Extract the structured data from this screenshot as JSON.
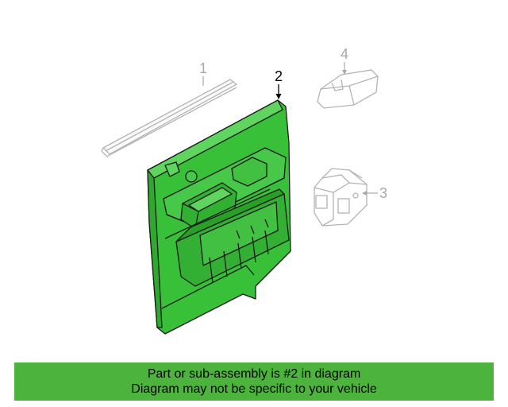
{
  "diagram": {
    "callouts": [
      {
        "id": "1",
        "label": "1"
      },
      {
        "id": "2",
        "label": "2"
      },
      {
        "id": "3",
        "label": "3"
      },
      {
        "id": "4",
        "label": "4"
      }
    ],
    "colors": {
      "highlight_fill": "#39c039",
      "highlight_fill_light": "#5fd45f",
      "outline": "#1a1a1a",
      "ghost_stroke": "#b4b4b4",
      "callout_highlight": "#000000",
      "callout_ghost": "#a8a8a8"
    }
  },
  "banner": {
    "line1": "Part or sub-assembly is #2 in diagram",
    "line2": "Diagram may not be specific to your vehicle",
    "background": "#4cb43c"
  }
}
